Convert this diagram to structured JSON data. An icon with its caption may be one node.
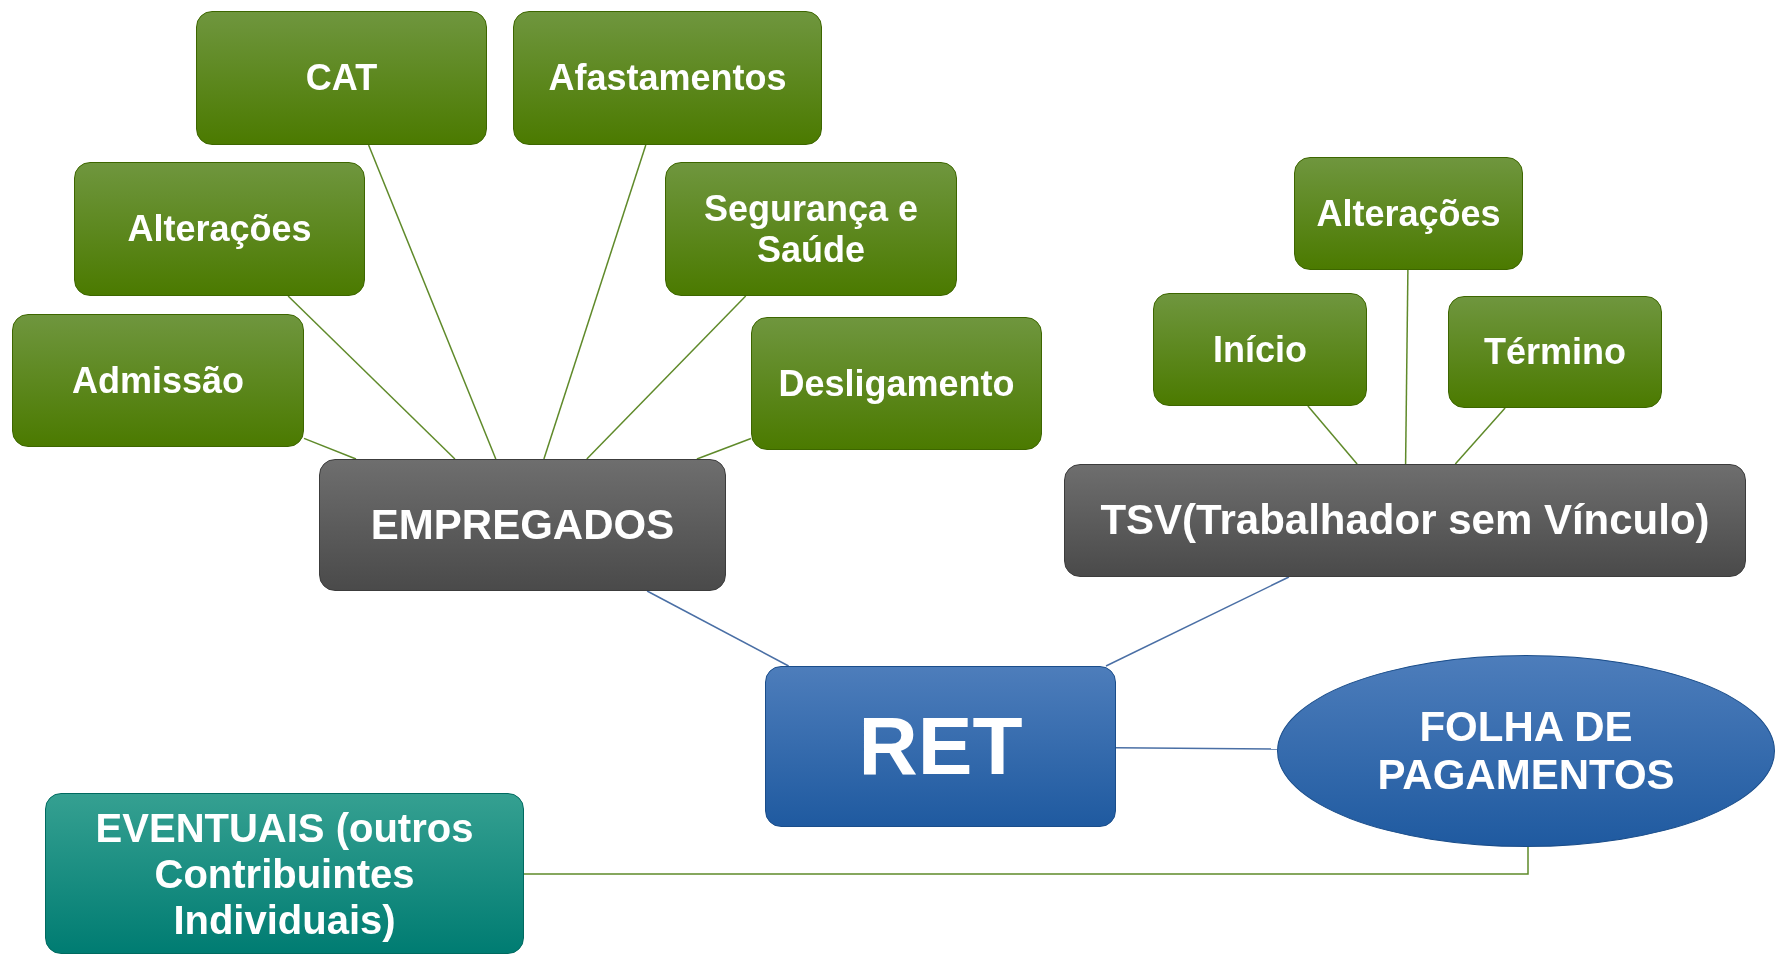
{
  "diagram": {
    "nodes": [
      {
        "text": [
          "CAT"
        ]
      },
      {
        "text": [
          "Afastamentos"
        ]
      },
      {
        "text": [
          "Alterações"
        ]
      },
      {
        "text": [
          "Segurança e Saúde"
        ]
      },
      {
        "text": [
          "Alterações"
        ]
      },
      {
        "text": [
          "Início"
        ]
      },
      {
        "text": [
          "Término"
        ]
      },
      {
        "text": [
          "Admissão"
        ]
      },
      {
        "text": [
          "Desligamento"
        ]
      },
      {
        "text": [
          "EMPREGADOS"
        ]
      },
      {
        "text": [
          "TSV(Trabalhador sem Vínculo)"
        ]
      },
      {
        "text": [
          "RET"
        ]
      },
      {
        "text": [
          "FOLHA DE PAGAMENTOS"
        ]
      },
      {
        "text": [
          "EVENTUAIS (outros Contribuintes Individuais)"
        ]
      }
    ],
    "edges": [
      {
        "from": 0,
        "to": 9,
        "arrow": "none"
      },
      {
        "from": 1,
        "to": 9,
        "arrow": "none"
      },
      {
        "from": 2,
        "to": 9,
        "arrow": "none"
      },
      {
        "from": 3,
        "to": 9,
        "arrow": "none"
      },
      {
        "from": 7,
        "to": 9,
        "arrow": "none"
      },
      {
        "from": 8,
        "to": 9,
        "arrow": "none"
      },
      {
        "from": 4,
        "to": 10,
        "arrow": "none"
      },
      {
        "from": 5,
        "to": 10,
        "arrow": "none"
      },
      {
        "from": 6,
        "to": 10,
        "arrow": "none"
      },
      {
        "from": 9,
        "to": 11,
        "arrow": "none",
        "color": "#4a6fa5"
      },
      {
        "from": 10,
        "to": 11,
        "arrow": "none",
        "color": "#4a6fa5"
      },
      {
        "from": 11,
        "to": 12,
        "arrow": "none",
        "color": "#4a6fa5"
      },
      {
        "from": 13,
        "to": 12,
        "arrow": "none"
      }
    ]
  }
}
